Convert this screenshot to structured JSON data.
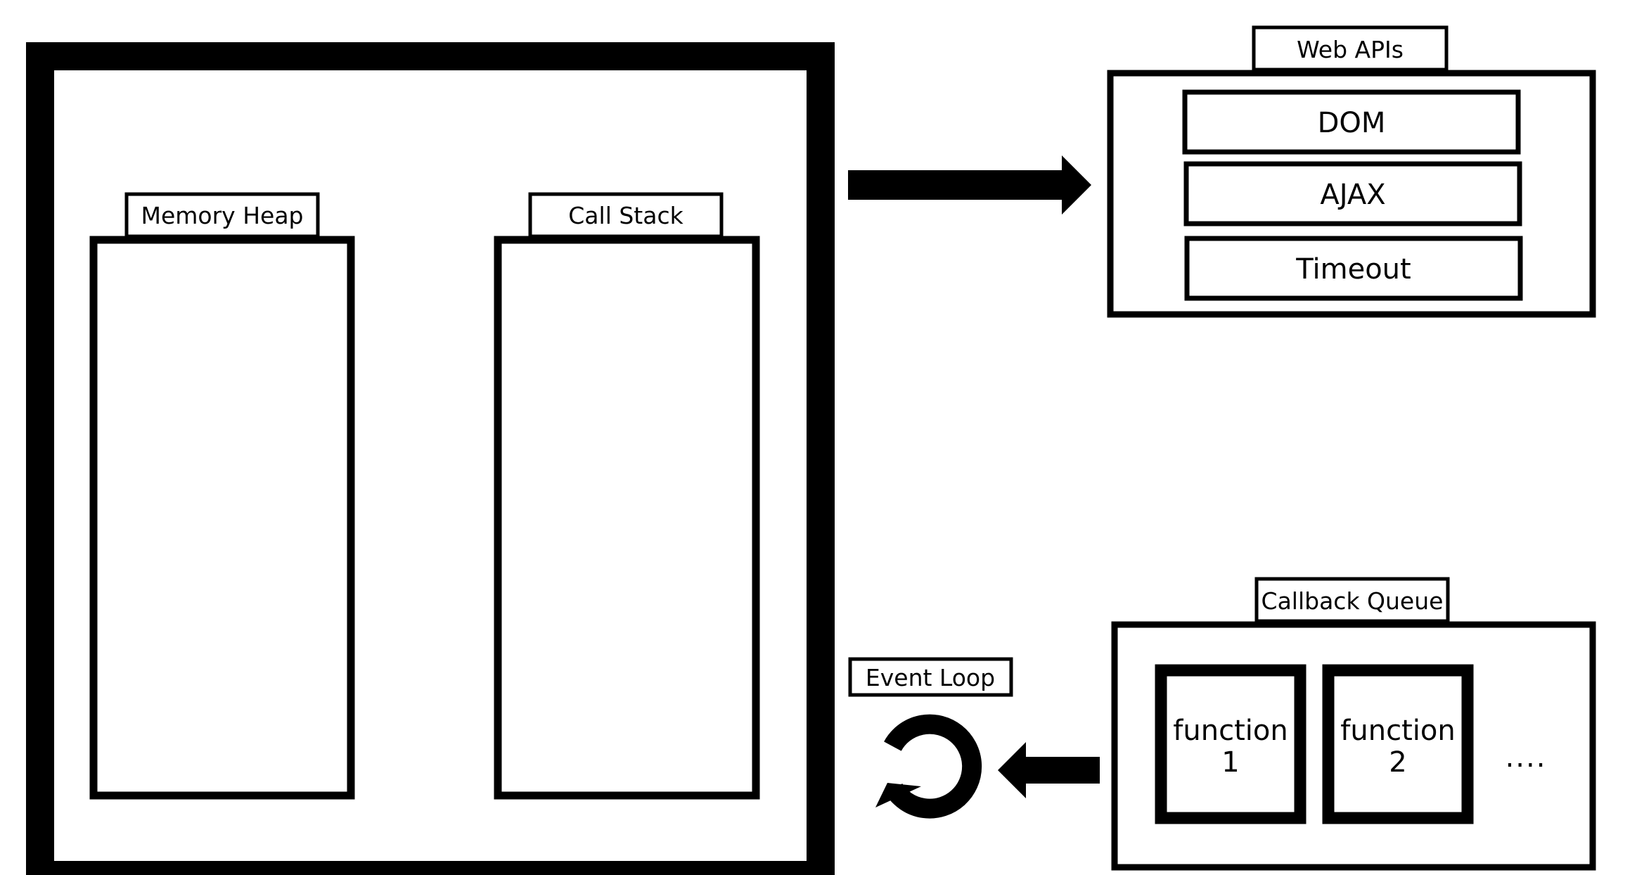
{
  "colors": {
    "stroke": "#000000",
    "background": "#ffffff"
  },
  "memory_heap": {
    "label": "Memory Heap"
  },
  "call_stack": {
    "label": "Call Stack"
  },
  "web_apis": {
    "label": "Web APIs",
    "items": [
      "DOM",
      "AJAX",
      "Timeout"
    ]
  },
  "event_loop": {
    "label": "Event Loop",
    "icon": "refresh-loop-icon"
  },
  "callback_queue": {
    "label": "Callback Queue",
    "items": [
      {
        "line1": "function",
        "line2": "1"
      },
      {
        "line1": "function",
        "line2": "2"
      }
    ],
    "more": "...."
  }
}
